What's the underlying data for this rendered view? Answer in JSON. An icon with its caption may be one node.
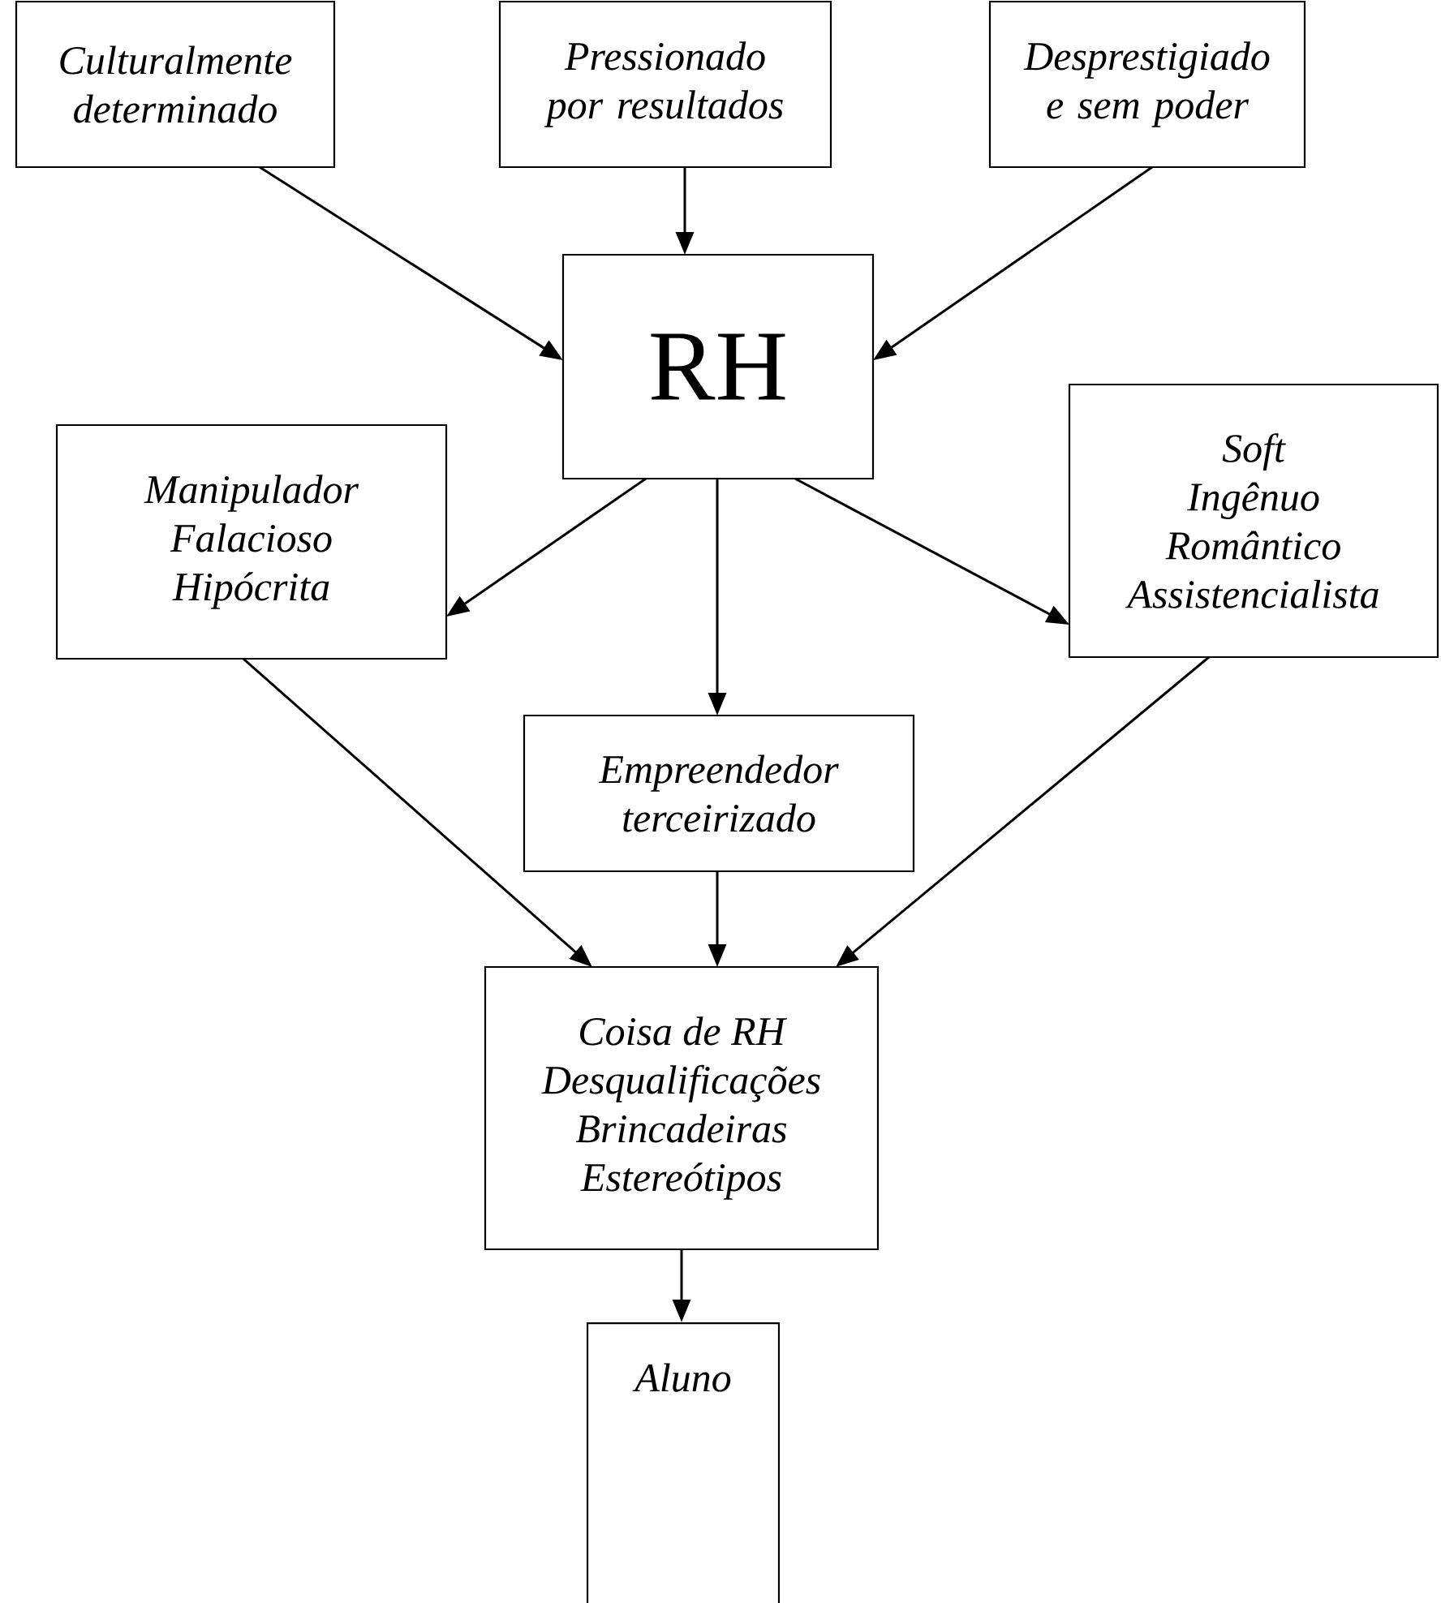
{
  "diagram": {
    "nodes": [
      {
        "text": [
          "Culturalmente determinado"
        ]
      },
      {
        "text": [
          "Pressionado por resultados"
        ]
      },
      {
        "text": [
          "Desprestigiado e sem poder"
        ]
      },
      {
        "text": [
          "RH"
        ]
      },
      {
        "text": [
          "Manipulador",
          "Falacioso",
          "Hipócrita"
        ]
      },
      {
        "text": [
          "Soft",
          "Ingênuo",
          "Romântico",
          "Assistencialista"
        ]
      },
      {
        "text": [
          "Empreendedor terceirizado"
        ]
      },
      {
        "text": [
          "Coisa de RH",
          "Desqualificações",
          "Brincadeiras",
          "Estereótipos"
        ]
      },
      {
        "text": [
          "Aluno"
        ]
      }
    ],
    "edges": [
      {
        "from": 0,
        "to": 3,
        "arrow": "to"
      },
      {
        "from": 1,
        "to": 3,
        "arrow": "to"
      },
      {
        "from": 2,
        "to": 3,
        "arrow": "to"
      },
      {
        "from": 3,
        "to": 4,
        "arrow": "to"
      },
      {
        "from": 3,
        "to": 6,
        "arrow": "to"
      },
      {
        "from": 3,
        "to": 5,
        "arrow": "to"
      },
      {
        "from": 4,
        "to": 7,
        "arrow": "to"
      },
      {
        "from": 6,
        "to": 7,
        "arrow": "to"
      },
      {
        "from": 5,
        "to": 7,
        "arrow": "to"
      },
      {
        "from": 7,
        "to": 8,
        "arrow": "to"
      }
    ]
  }
}
